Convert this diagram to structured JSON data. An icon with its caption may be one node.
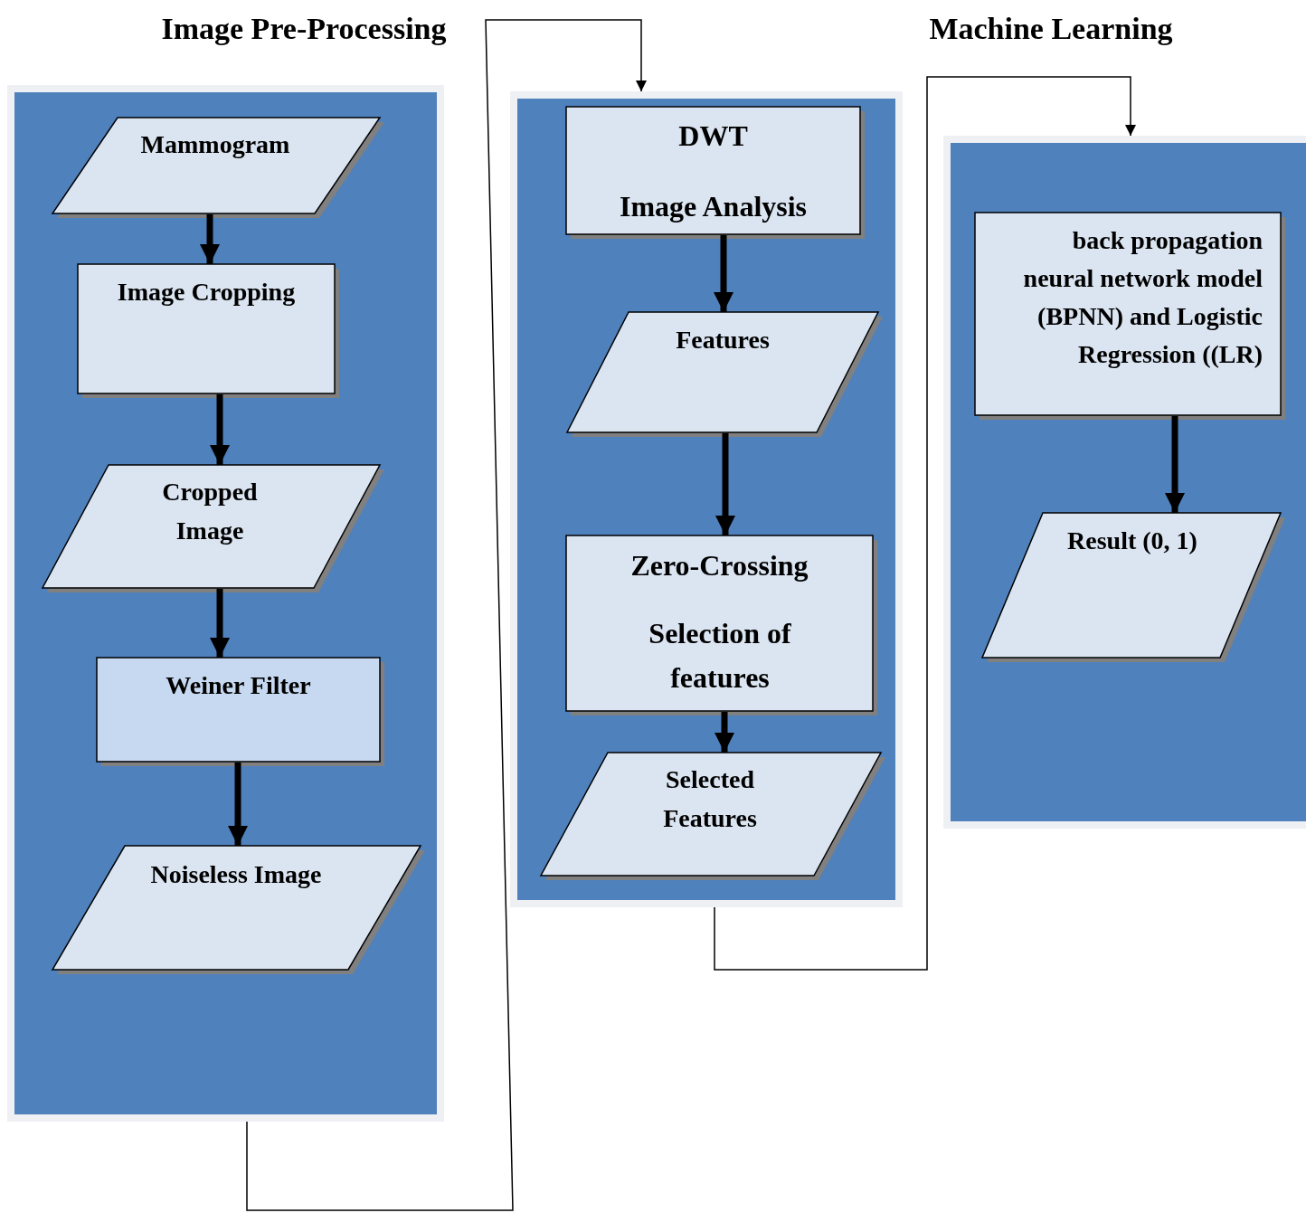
{
  "diagram": {
    "nodes": [
      {
        "text": [
          "Image Pre-Processing"
        ]
      },
      {
        "text": [
          "Mammogram"
        ],
        "in": 0
      },
      {
        "text": [
          "Image Cropping"
        ],
        "in": 0
      },
      {
        "text": [
          "Cropped Image"
        ],
        "in": 0
      },
      {
        "text": [
          "Weiner Filter"
        ],
        "in": 0
      },
      {
        "text": [
          "Noiseless Image"
        ],
        "in": 0
      },
      {
        "text": [],
        "shape": "box"
      },
      {
        "text": [
          "DWT",
          "Image Analysis"
        ],
        "in": 6
      },
      {
        "text": [
          "Features"
        ],
        "in": 6
      },
      {
        "text": [
          "Zero-Crossing",
          "Selection of features"
        ],
        "in": 6
      },
      {
        "text": [
          "Selected Features"
        ],
        "in": 6
      },
      {
        "text": [
          "Machine Learning"
        ]
      },
      {
        "text": [
          "back propagation neural network model (BPNN) and Logistic Regression ((LR)"
        ],
        "in": 11
      },
      {
        "text": [
          "Result (0, 1)"
        ],
        "in": 11
      }
    ],
    "edges": [
      {
        "from": 0,
        "to": 6,
        "arrow": "to"
      },
      {
        "from": 6,
        "to": 11,
        "arrow": "to"
      },
      {
        "from": 1,
        "to": 2,
        "arrow": "to"
      },
      {
        "from": 2,
        "to": 3,
        "arrow": "to"
      },
      {
        "from": 3,
        "to": 4,
        "arrow": "to"
      },
      {
        "from": 4,
        "to": 5,
        "arrow": "to"
      },
      {
        "from": 7,
        "to": 8,
        "arrow": "to"
      },
      {
        "from": 8,
        "to": 9,
        "arrow": "to"
      },
      {
        "from": 9,
        "to": 10,
        "arrow": "to"
      },
      {
        "from": 12,
        "to": 13,
        "arrow": "to"
      }
    ]
  }
}
